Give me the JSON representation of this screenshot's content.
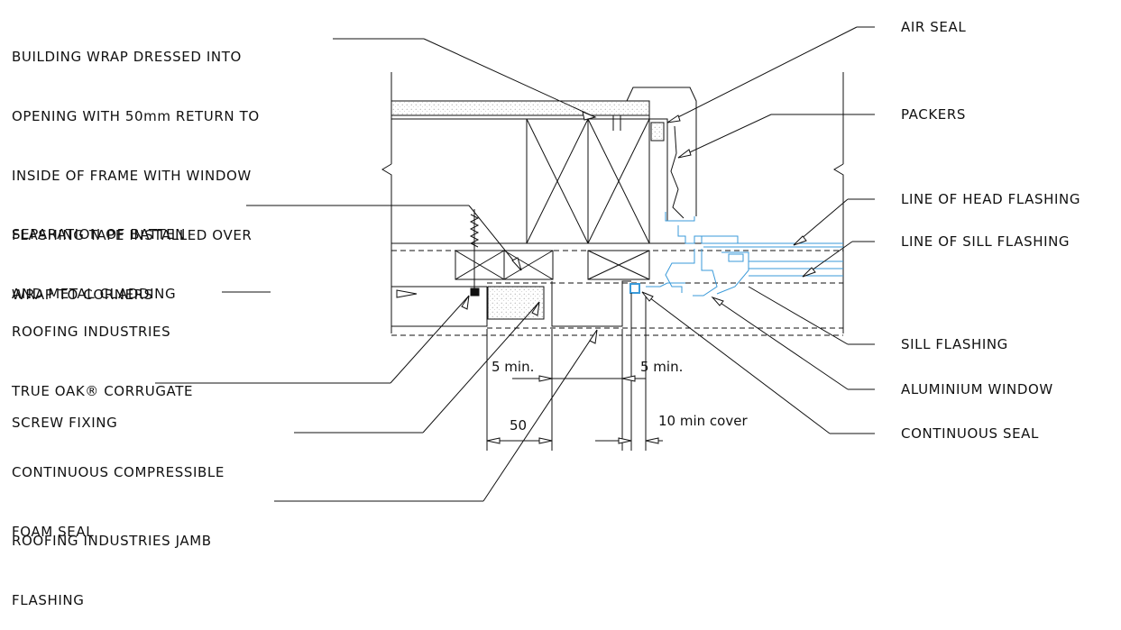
{
  "labels_left": {
    "building_wrap": [
      "BUILDING WRAP DRESSED INTO",
      "OPENING WITH 50mm RETURN TO",
      "INSIDE OF FRAME WITH WINDOW",
      "FLASHING TAPE INSTALLED OVER",
      "WRAP TO CORNERS"
    ],
    "separation": [
      "SEPARATION OF BATTEN",
      "AND METAL CLADDING"
    ],
    "roofing_corrugate": [
      "ROOFING INDUSTRIES",
      "TRUE OAK® CORRUGATE"
    ],
    "screw_fixing": [
      "SCREW FIXING"
    ],
    "foam_seal": [
      "CONTINUOUS COMPRESSIBLE",
      "FOAM SEAL"
    ],
    "jamb_flashing": [
      "ROOFING INDUSTRIES JAMB",
      "FLASHING"
    ]
  },
  "labels_right": {
    "air_seal": "AIR SEAL",
    "packers": "PACKERS",
    "head_flashing": "LINE OF HEAD FLASHING",
    "sill_flashing_line": "LINE OF SILL FLASHING",
    "sill_flashing": "SILL FLASHING",
    "aluminium_window": "ALUMINIUM WINDOW",
    "continuous_seal": "CONTINUOUS SEAL"
  },
  "dimensions": {
    "min_left": "5 min.",
    "min_right": "5 min.",
    "fifty": "50",
    "cover": "10 min cover"
  },
  "colors": {
    "line": "#111111",
    "window": "#3a9ad9"
  }
}
